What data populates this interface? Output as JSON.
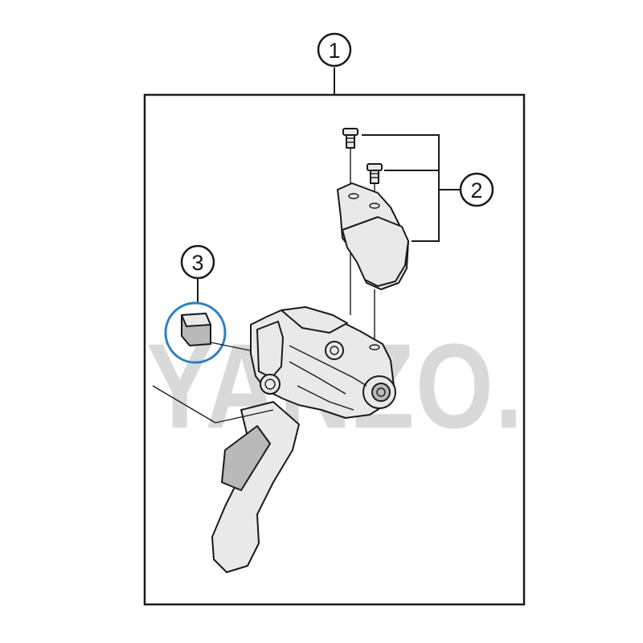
{
  "colors": {
    "line": "#1a1a1a",
    "part_fill": "#e9e9e9",
    "highlight_circle": "#2f7fc1",
    "watermark": "#d9d9d9"
  },
  "watermark": {
    "text": "YANZO."
  },
  "callouts": [
    {
      "id": "1",
      "label": "1"
    },
    {
      "id": "2",
      "label": "2"
    },
    {
      "id": "3",
      "label": "3"
    }
  ]
}
